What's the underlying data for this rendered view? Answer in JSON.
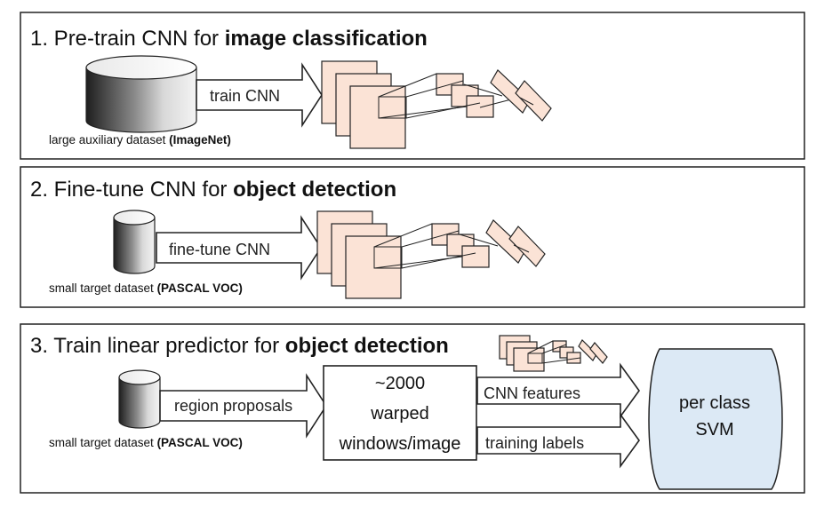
{
  "colors": {
    "feature_map_fill": "#fbe3d6",
    "svm_fill": "#dce9f5",
    "border": "#222222"
  },
  "panels": [
    {
      "step_prefix": "1. Pre-train CNN for ",
      "step_bold": "image classification",
      "arrow_label": "train CNN",
      "dataset_caption_plain": "large auxiliary dataset ",
      "dataset_caption_bold": "(ImageNet)",
      "dataset_icon": "database-cylinder-large",
      "network_icon": "cnn-layers"
    },
    {
      "step_prefix": "2. Fine-tune CNN for ",
      "step_bold": "object detection",
      "arrow_label": "fine-tune CNN",
      "dataset_caption_plain": "small target dataset ",
      "dataset_caption_bold": "(PASCAL VOC)",
      "dataset_icon": "database-cylinder-small",
      "network_icon": "cnn-layers"
    },
    {
      "step_prefix": "3. Train linear predictor for ",
      "step_bold": "object detection",
      "arrow_label": "region proposals",
      "dataset_caption_plain": "small target dataset ",
      "dataset_caption_bold": "(PASCAL VOC)",
      "dataset_icon": "database-cylinder-small",
      "windows_box": [
        "~2000",
        "warped",
        "windows/image"
      ],
      "features_label": "CNN features",
      "labels_label": "training labels",
      "classifier_lines": [
        "per class",
        "SVM"
      ],
      "network_icon": "cnn-layers"
    }
  ]
}
